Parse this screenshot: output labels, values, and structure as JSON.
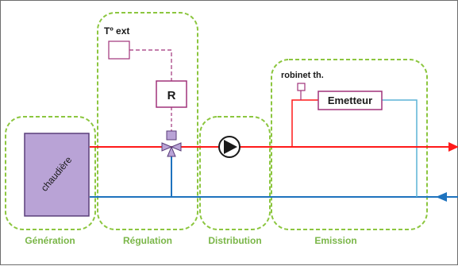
{
  "colors": {
    "group_border": "#8cc63f",
    "group_label": "#7ab648",
    "supply_line": "#ff1a1a",
    "return_line": "#1e73be",
    "emitter_return": "#5bb3d6",
    "control_line": "#a0327a",
    "device_fill": "#b9a3d6",
    "device_border": "#5a3e7a",
    "box_border": "#a0327a"
  },
  "groups": [
    {
      "id": "generation",
      "label": "Génération"
    },
    {
      "id": "regulation",
      "label": "Régulation"
    },
    {
      "id": "distribution",
      "label": "Distribution"
    },
    {
      "id": "emission",
      "label": "Emission"
    }
  ],
  "components": {
    "boiler": "chaudière",
    "outdoor_temp": "Tº ext",
    "regulator": "R",
    "thermostatic_valve": "robinet th.",
    "emitter": "Emetteur"
  },
  "icons": {
    "pump": "pump-icon",
    "three_way_valve": "three-way-valve-icon",
    "supply_arrow": "arrow-right-icon",
    "return_arrow": "arrow-left-icon"
  }
}
